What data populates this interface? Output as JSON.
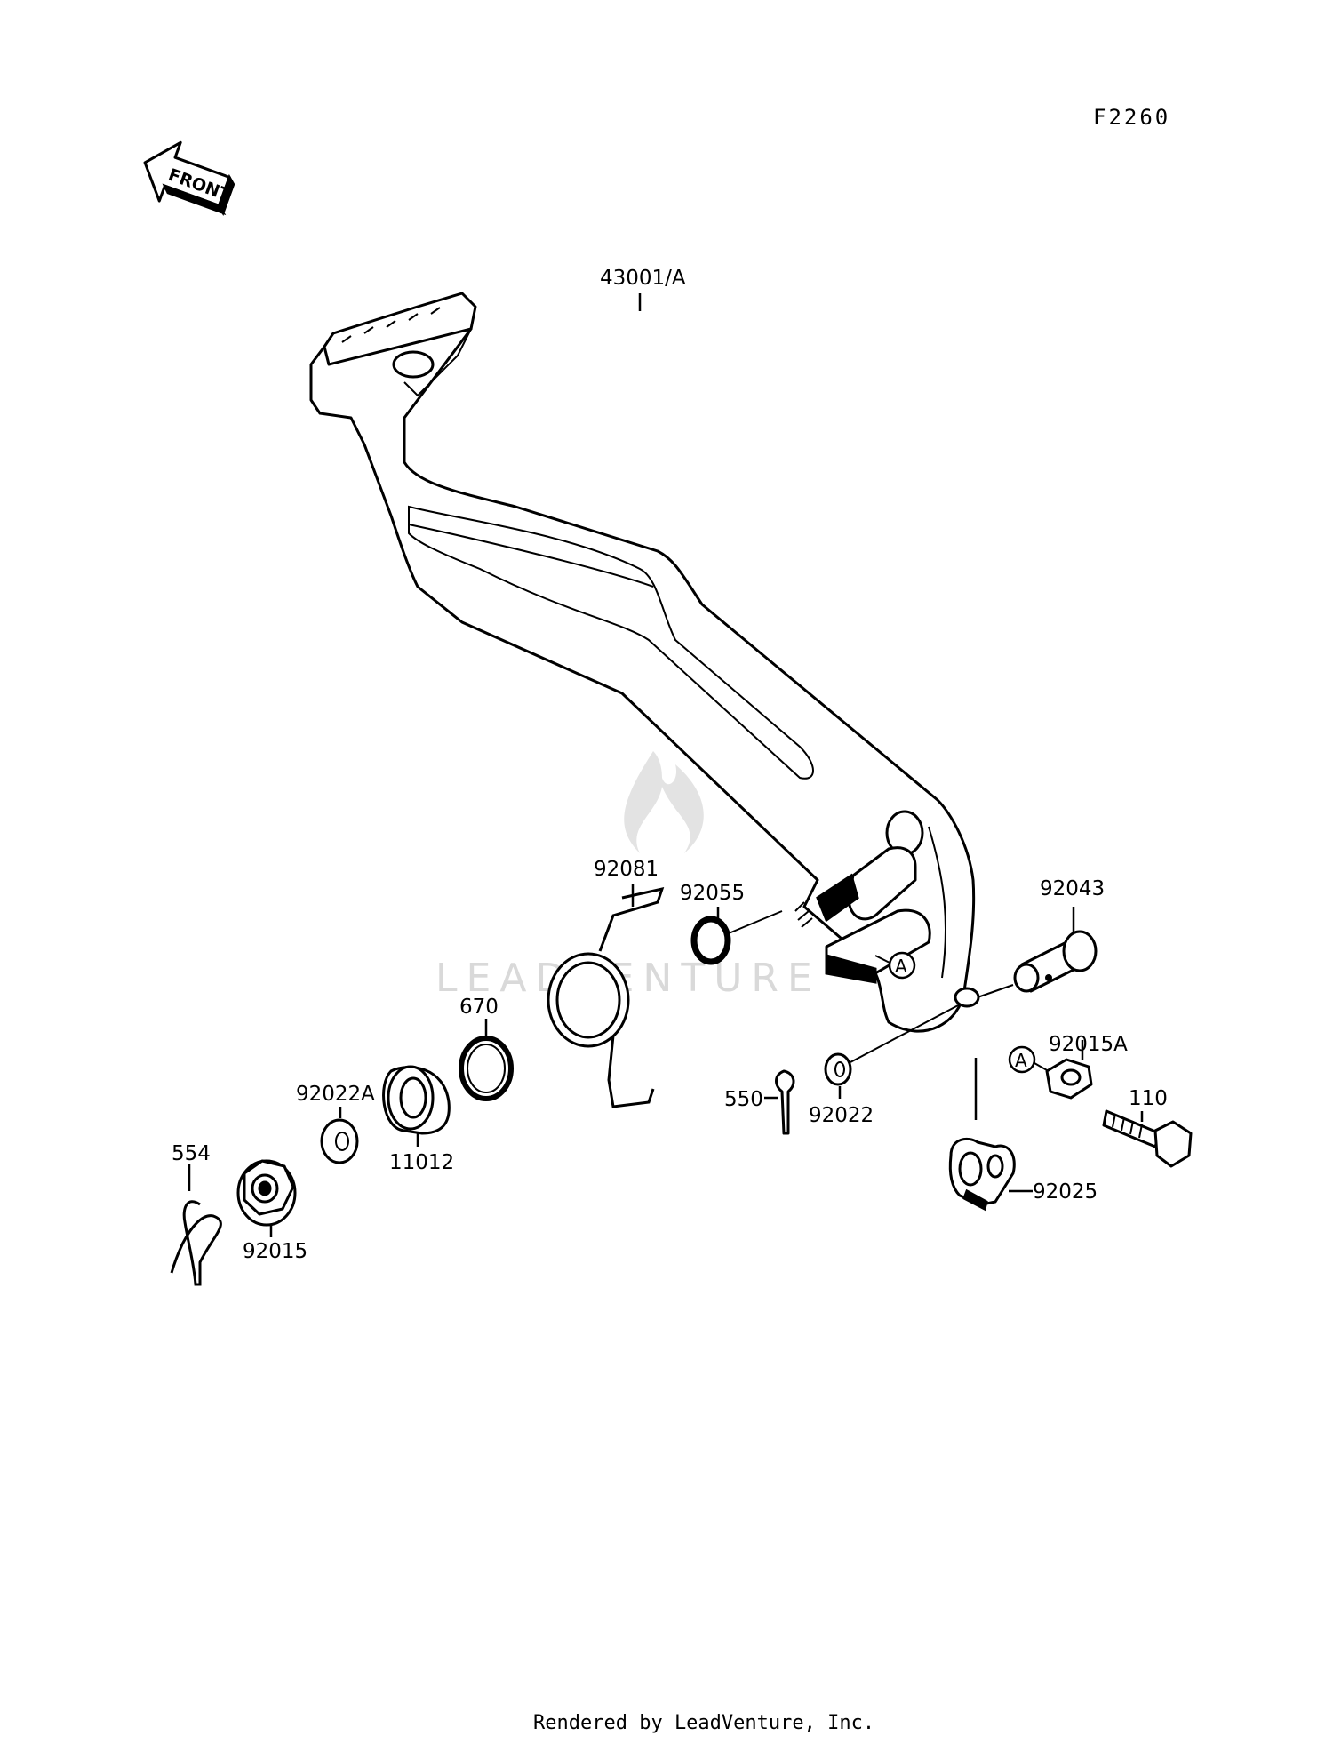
{
  "diagram_code": "F2260",
  "front_label": "FRONT",
  "watermark": "LEADVENTURE",
  "footer": "Rendered by LeadVenture, Inc.",
  "ref_marker": "A",
  "parts": {
    "p43001A": "43001/A",
    "p92081": "92081",
    "p92055": "92055",
    "p92043": "92043",
    "p670": "670",
    "p92015A": "92015A",
    "p92022A": "92022A",
    "p11012": "11012",
    "p550": "550",
    "p92022": "92022",
    "p110": "110",
    "p554": "554",
    "p92015": "92015",
    "p92025": "92025"
  }
}
